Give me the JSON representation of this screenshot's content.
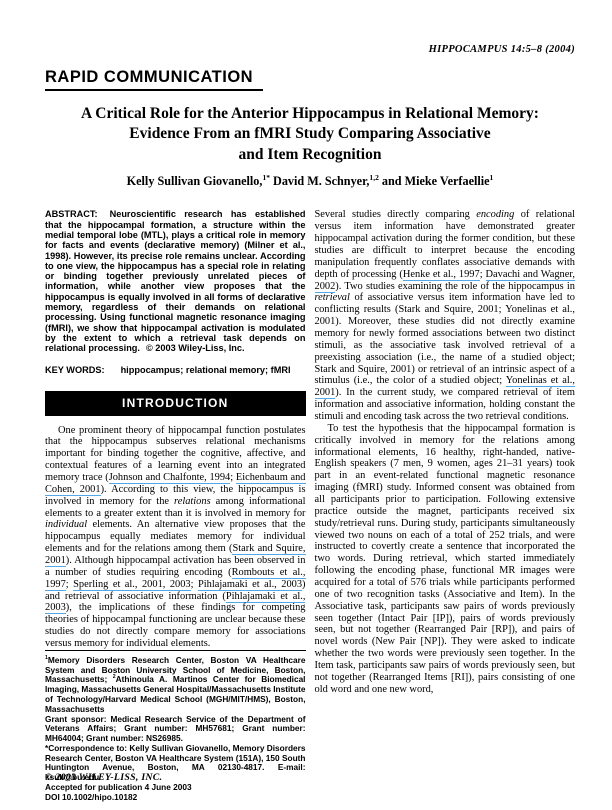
{
  "page": {
    "journal_line": "HIPPOCAMPUS 14:5–8 (2004)",
    "section_label": "RAPID COMMUNICATION",
    "title_line1": "A Critical Role for the Anterior Hippocampus in Relational Memory:",
    "title_line2": "Evidence From an fMRI Study Comparing Associative",
    "title_line3": "and Item Recognition",
    "footer_copyright": "© 2003 WILEY-LISS, INC."
  },
  "authors": {
    "segments": [
      {
        "t": "Kelly Sullivan Giovanello,",
        "s": ""
      },
      {
        "t": "1*",
        "s": "s"
      },
      {
        "t": " David M. Schnyer,",
        "s": ""
      },
      {
        "t": "1,2",
        "s": "s"
      },
      {
        "t": " and Mieke Verfaellie",
        "s": ""
      },
      {
        "t": "1",
        "s": "s"
      }
    ]
  },
  "abstract": {
    "label": "ABSTRACT:",
    "text": "Neuroscientific research has established that the hippocampal formation, a structure within the medial temporal lobe (MTL), plays a critical role in memory for facts and events (declarative memory) (Milner et al., 1998). However, its precise role remains unclear. According to one view, the hippocampus has a special role in relating or binding together previously unrelated pieces of information, while another view proposes that the hippocampus is equally involved in all forms of declarative memory, regardless of their demands on relational processing. Using functional magnetic resonance imaging (fMRI), we show that hippocampal activation is modulated by the extent to which a retrieval task depends on relational processing.",
    "copyright": "© 2003 Wiley-Liss, Inc."
  },
  "keywords": {
    "label": "KEY WORDS:",
    "text": "hippocampus; relational memory; fMRI"
  },
  "introduction": {
    "heading": "INTRODUCTION",
    "paragraph1": [
      {
        "t": "One prominent theory of hippocampal function postulates that the hippocampus subserves relational mechanisms important for binding together the cognitive, affective, and contextual features of a learning event into an integrated memory trace (",
        "s": ""
      },
      {
        "t": "Johnson and Chalfonte, 1994",
        "s": "l"
      },
      {
        "t": "; ",
        "s": ""
      },
      {
        "t": "Eichenbaum and Cohen, 2001",
        "s": "l"
      },
      {
        "t": "). According to this view, the hippocampus is involved in memory for the ",
        "s": ""
      },
      {
        "t": "relations",
        "s": "i"
      },
      {
        "t": " among informational elements to a greater extent than it is involved in memory for ",
        "s": ""
      },
      {
        "t": "individual",
        "s": "i"
      },
      {
        "t": " elements. An alternative view proposes that the hippocampus equally mediates memory for individual elements and for the relations among them (",
        "s": ""
      },
      {
        "t": "Stark and Squire, 2001",
        "s": "l"
      },
      {
        "t": "). Although hippocampal activation has been observed in a number of studies requiring encoding (",
        "s": ""
      },
      {
        "t": "Rombouts et al., 1997",
        "s": "l"
      },
      {
        "t": "; ",
        "s": ""
      },
      {
        "t": "Sperling et al., 2001, 2003",
        "s": "l"
      },
      {
        "t": "; ",
        "s": ""
      },
      {
        "t": "Pihlajamaki et al., 2003",
        "s": "l"
      },
      {
        "t": ") and retrieval of associative information (",
        "s": ""
      },
      {
        "t": "Pihlajamaki et al., 2003",
        "s": "l"
      },
      {
        "t": "), the implications of these findings for competing theories of hippocampal functioning are unclear because these studies do not directly compare memory for associations versus memory for individual elements.",
        "s": ""
      }
    ]
  },
  "right_column": {
    "paragraph1": [
      {
        "t": "Several studies directly comparing ",
        "s": ""
      },
      {
        "t": "encoding",
        "s": "i"
      },
      {
        "t": " of relational versus item information have demonstrated greater hippocampal activation during the former condition, but these studies are difficult to interpret because the encoding manipulation frequently conflates associative demands with depth of processing (",
        "s": ""
      },
      {
        "t": "Henke et al., 1997",
        "s": "l"
      },
      {
        "t": "; ",
        "s": ""
      },
      {
        "t": "Davachi and Wagner, 2002",
        "s": "l"
      },
      {
        "t": "). Two studies examining the role of the hippocampus in ",
        "s": ""
      },
      {
        "t": "retrieval",
        "s": "i"
      },
      {
        "t": " of associative versus item information have led to conflicting results (Stark and Squire, 2001; Yonelinas et al., 2001). Moreover, these studies did not directly examine memory for newly formed associations between two distinct stimuli, as the associative task involved retrieval of a preexisting association (i.e., the name of a studied object; Stark and Squire, 2001) or retrieval of an intrinsic aspect of a stimulus (i.e., the color of a studied object; ",
        "s": ""
      },
      {
        "t": "Yonelinas et al., 2001",
        "s": "l"
      },
      {
        "t": "). In the current study, we compared retrieval of item information and associative information, holding constant the stimuli and encoding task across the two retrieval conditions.",
        "s": ""
      }
    ],
    "paragraph2": [
      {
        "t": "To test the hypothesis that the hippocampal formation is critically involved in memory for the relations among informational elements, 16 healthy, right-handed, native-English speakers (7 men, 9 women, ages 21–31 years) took part in an event-related functional magnetic resonance imaging (fMRI) study. Informed consent was obtained from all participants prior to participation. Following extensive practice outside the magnet, participants received six study/retrieval runs. During study, participants simultaneously viewed two nouns on each of a total of 252 trials, and were instructed to covertly create a sentence that incorporated the two words. During retrieval, which started immediately following the encoding phase, functional MR images were acquired for a total of 576 trials while participants performed one of two recognition tasks (Associative and Item). In the Associative task, participants saw pairs of words previously seen together (Intact Pair [IP]), pairs of words previously seen, but not together (Rearranged Pair [RP]), and pairs of novel words (New Pair [NP]). They were asked to indicate whether the two words were previously seen together. In the Item task, participants saw pairs of words previously seen, but not together (Rearranged Items [RI]), pairs consisting of one old word and one new word,",
        "s": ""
      }
    ]
  },
  "footnotes": {
    "affiliations": [
      {
        "t": "1",
        "s": "s"
      },
      {
        "t": "Memory Disorders Research Center, Boston VA Healthcare System and Boston University School of Medicine, Boston, Massachusetts; ",
        "s": ""
      },
      {
        "t": "2",
        "s": "s"
      },
      {
        "t": "Athinoula A. Martinos Center for Biomedical Imaging, Massachusetts General Hospital/Massachusetts Institute of Technology/Harvard Medical School (MGH/MIT/HMS), Boston, Massachusetts",
        "s": ""
      }
    ],
    "grant": "Grant sponsor: Medical Research Service of the Department of Veterans Affairs; Grant number: MH57681; Grant number: MH64004; Grant number: NS26985.",
    "correspondence": "*Correspondence to: Kelly Sullivan Giovanello, Memory Disorders Research Center, Boston VA Healthcare System (151A), 150 South Huntington Avenue, Boston, MA 02130-4817. E-mail: ksull@bu.edu",
    "accepted": "Accepted for publication 4 June 2003",
    "doi": "DOI 10.1002/hipo.10182"
  },
  "colors": {
    "link_underline": "#51a8e8",
    "banner_bg": "#000000",
    "banner_text": "#ffffff"
  }
}
